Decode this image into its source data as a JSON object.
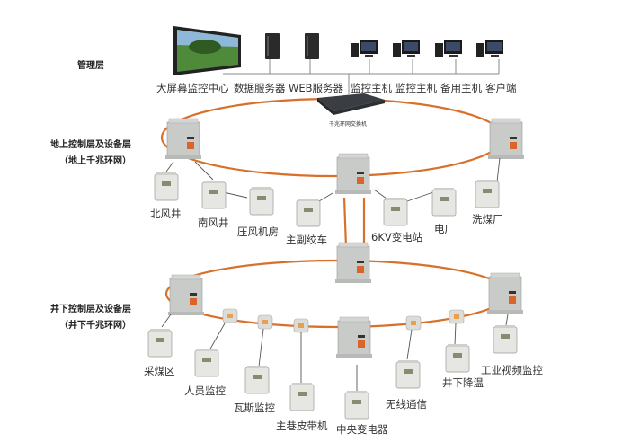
{
  "management": {
    "layer_label": "管理层",
    "devices": [
      {
        "kind": "video-wall",
        "label": "大屏幕监控中心"
      },
      {
        "kind": "server",
        "label": "数据服务器"
      },
      {
        "kind": "server",
        "label": "WEB服务器"
      },
      {
        "kind": "workstation",
        "label": "监控主机"
      },
      {
        "kind": "workstation",
        "label": "监控主机"
      },
      {
        "kind": "workstation",
        "label": "备用主机"
      },
      {
        "kind": "workstation",
        "label": "客户端"
      }
    ],
    "switch_label": "千兆环网交换机"
  },
  "surface": {
    "layer_label": "地上控制层及设备层",
    "ring_label": "（地上千兆环网）",
    "nodes": [
      "北风井",
      "南风井",
      "压风机房",
      "主副绞车",
      "6KV变电站",
      "电厂",
      "洗煤厂"
    ]
  },
  "underground": {
    "layer_label": "井下控制层及设备层",
    "ring_label": "（井下千兆环网）",
    "nodes": [
      "采煤区",
      "人员监控",
      "瓦斯监控",
      "主巷皮带机",
      "中央变电器",
      "无线通信",
      "井下降温",
      "工业视频监控"
    ]
  },
  "colors": {
    "ring": "#d9702a",
    "wire": "#555555",
    "box": "#c9cbc9",
    "panel": "#e6e6e2"
  }
}
